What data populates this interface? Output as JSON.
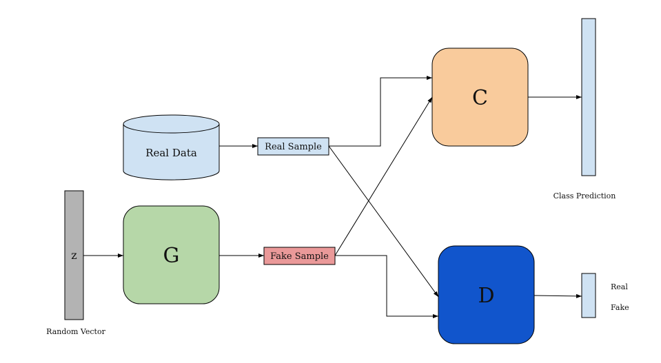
{
  "nodes": {
    "z": {
      "label": "z",
      "caption": "Random Vector",
      "color": "#b3b3b3"
    },
    "real_data": {
      "label": "Real Data",
      "color": "#cfe2f3"
    },
    "generator": {
      "label": "G",
      "color": "#b6d7a8"
    },
    "real_sample": {
      "label": "Real Sample",
      "color": "#cfe2f3"
    },
    "fake_sample": {
      "label": "Fake Sample",
      "color": "#ea9999"
    },
    "classifier": {
      "label": "C",
      "color": "#f9cb9c"
    },
    "discriminator": {
      "label": "D",
      "color": "#1155cc"
    },
    "class_prediction": {
      "caption": "Class Prediction",
      "color": "#cfe2f3"
    },
    "real_fake": {
      "real_label": "Real",
      "fake_label": "Fake",
      "color": "#cfe2f3"
    }
  },
  "edges": [
    {
      "from": "z",
      "to": "generator"
    },
    {
      "from": "generator",
      "to": "fake_sample"
    },
    {
      "from": "real_data",
      "to": "real_sample"
    },
    {
      "from": "real_sample",
      "to": "classifier"
    },
    {
      "from": "real_sample",
      "to": "discriminator"
    },
    {
      "from": "fake_sample",
      "to": "classifier"
    },
    {
      "from": "fake_sample",
      "to": "discriminator"
    },
    {
      "from": "classifier",
      "to": "class_prediction"
    },
    {
      "from": "discriminator",
      "to": "real_fake"
    }
  ]
}
